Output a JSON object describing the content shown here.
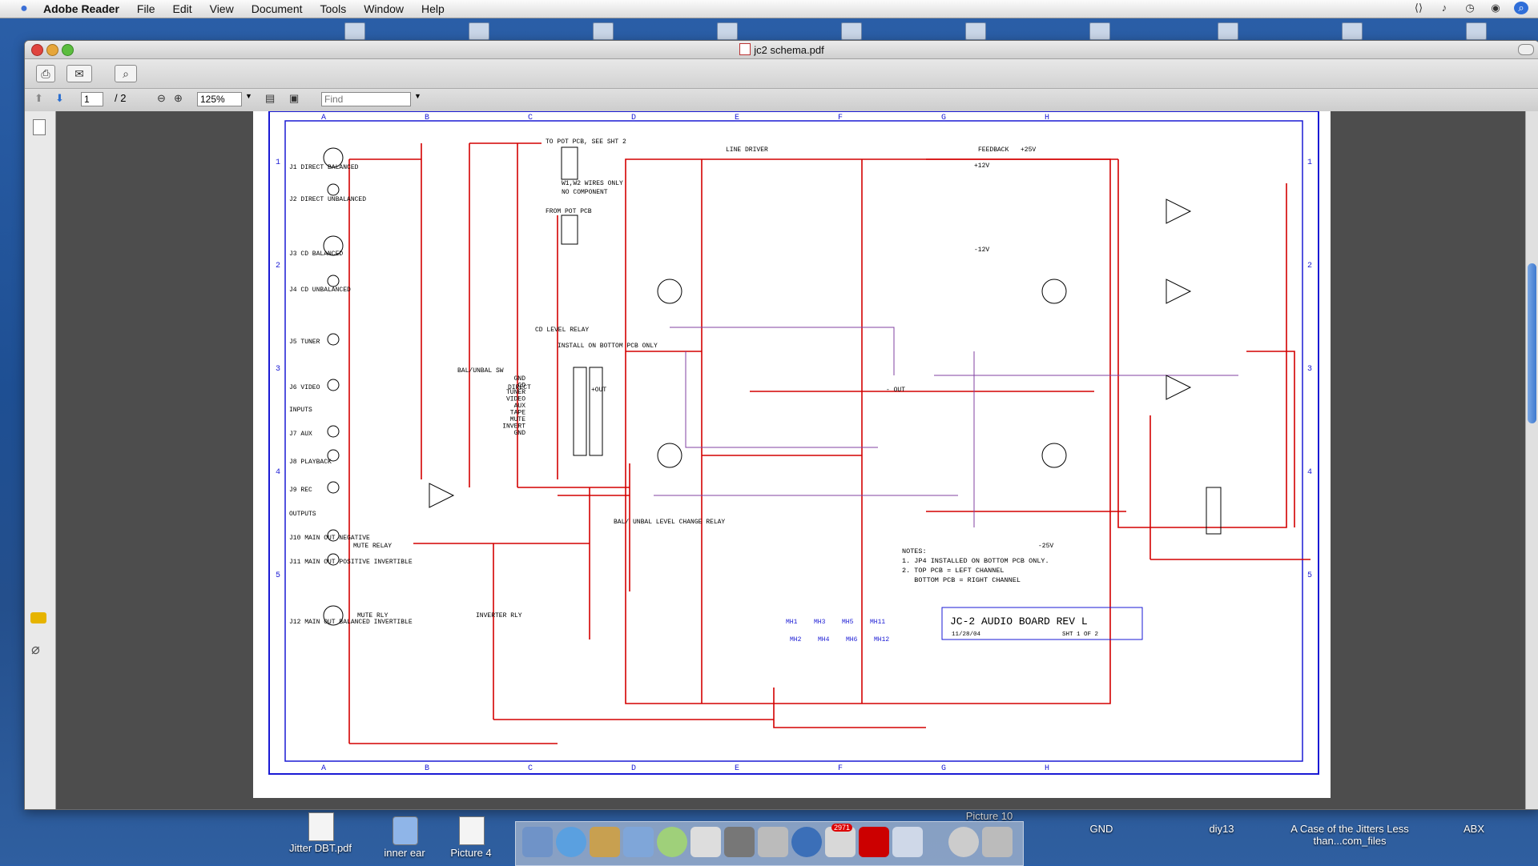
{
  "menubar": {
    "app_name": "Adobe Reader",
    "items": [
      "File",
      "Edit",
      "View",
      "Document",
      "Tools",
      "Window",
      "Help"
    ]
  },
  "window": {
    "title": "jc2 schema.pdf"
  },
  "navigation": {
    "page_value": "1",
    "page_total": "/ 2",
    "zoom_value": "125%",
    "find_placeholder": "Find"
  },
  "schematic": {
    "grid_columns": [
      "A",
      "B",
      "C",
      "D",
      "E",
      "F",
      "G",
      "H"
    ],
    "grid_rows": [
      "1",
      "2",
      "3",
      "4",
      "5"
    ],
    "section_labels": {
      "line_driver": "LINE DRIVER",
      "feedback": "FEEDBACK",
      "inputs": "INPUTS",
      "outputs": "OUTPUTS",
      "to_pot": "TO POT PCB, SEE SHT 2",
      "w_wires": "W1,W2 WIRES ONLY",
      "no_component": "NO COMPONENT",
      "from_pot": "FROM POT PCB",
      "install_bottom": "INSTALL ON BOTTOM PCB ONLY",
      "cd_level_relay": "CD LEVEL RELAY",
      "bal_unbal_sw": "BAL/UNBAL SW",
      "direct": "DIRECT",
      "mute_relay": "MUTE RELAY",
      "mute_rly": "MUTE RLY",
      "inverter_rly": "INVERTER RLY",
      "bal_unbal_change": "BAL/ UNBAL LEVEL CHANGE RELAY",
      "plus_out": "+OUT",
      "minus_out": "- OUT"
    },
    "connectors": [
      "J1 DIRECT BALANCED",
      "J2 DIRECT UNBALANCED",
      "J3 CD BALANCED",
      "J4 CD UNBALANCED",
      "J5 TUNER",
      "J6 VIDEO",
      "J7 AUX",
      "J8 PLAYBACK",
      "J9 REC",
      "J10 MAIN OUT NEGATIVE",
      "J11 MAIN OUT POSITIVE INVERTIBLE",
      "J12 MAIN OUT BALANCED INVERTIBLE"
    ],
    "jp3_labels": [
      "GND",
      "CD",
      "TUNER",
      "VIDEO",
      "AUX",
      "TAPE",
      "MUTE",
      "INVERT",
      "GND"
    ],
    "notes_title": "NOTES:",
    "notes": [
      "1. JP4 INSTALLED ON BOTTOM PCB ONLY.",
      "2. TOP PCB = LEFT CHANNEL",
      "   BOTTOM PCB = RIGHT CHANNEL"
    ],
    "mounting_holes": [
      "MH1",
      "MH2",
      "MH3",
      "MH4",
      "MH5",
      "MH6",
      "MH11",
      "MH12"
    ],
    "title_block": {
      "title": "JC-2 AUDIO BOARD REV L",
      "date": "11/28/04",
      "sheet": "SHT 1 OF 2"
    },
    "power_labels": [
      "+25V",
      "+12V",
      "-12V",
      "-25V"
    ]
  },
  "dock": {
    "badge": "2971",
    "hover_label": "Picture 10"
  },
  "desktop": {
    "files": [
      "Jitter DBT.pdf",
      "inner ear",
      "Picture 4"
    ],
    "right_labels": [
      "GND",
      "diy13",
      "A Case of the Jitters Less than...com_files",
      "ABX"
    ]
  },
  "colors": {
    "wire_red": "#d40000",
    "part_label": "#c800c8",
    "frame_blue": "#1a1ad4",
    "component_black": "#000000"
  }
}
